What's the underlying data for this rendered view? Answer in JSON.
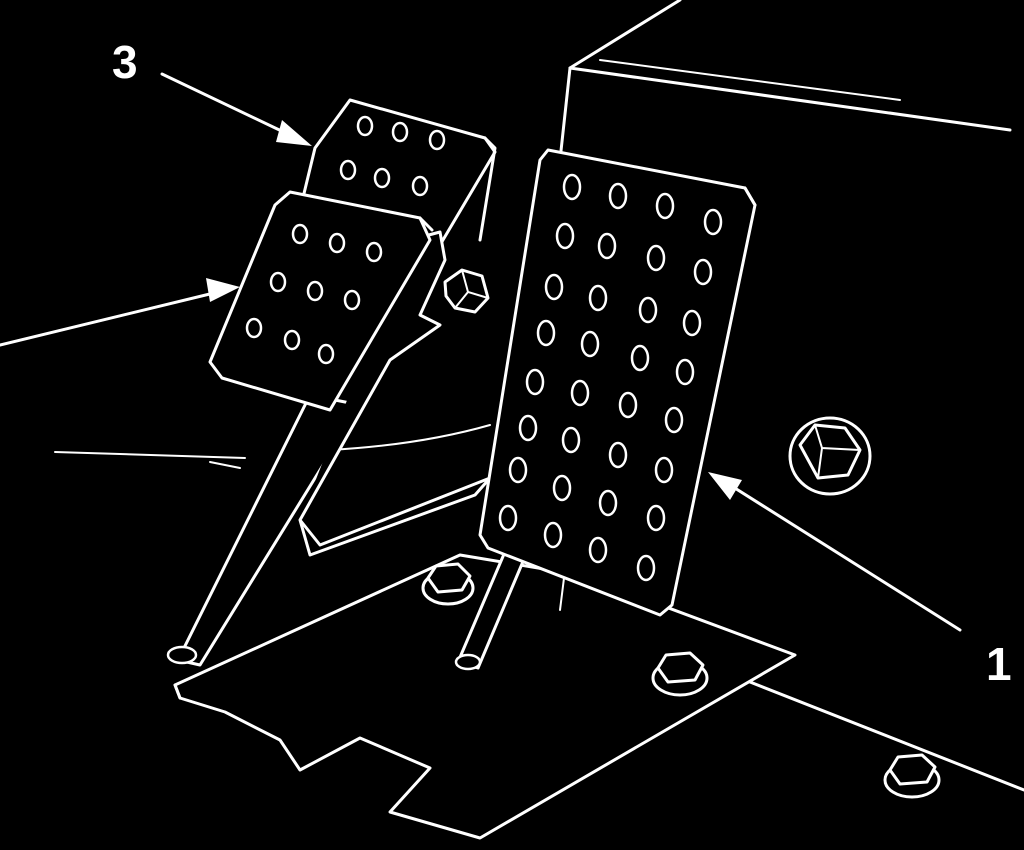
{
  "diagram": {
    "callouts": [
      {
        "id": "callout-3",
        "label": "3"
      },
      {
        "id": "callout-1",
        "label": "1"
      }
    ],
    "colors": {
      "background": "#000000",
      "line": "#ffffff"
    },
    "parts": [
      "accelerator-pedal",
      "brake-pedal",
      "upper-pedal",
      "base-plate",
      "bolts",
      "cabinet-housing"
    ]
  }
}
